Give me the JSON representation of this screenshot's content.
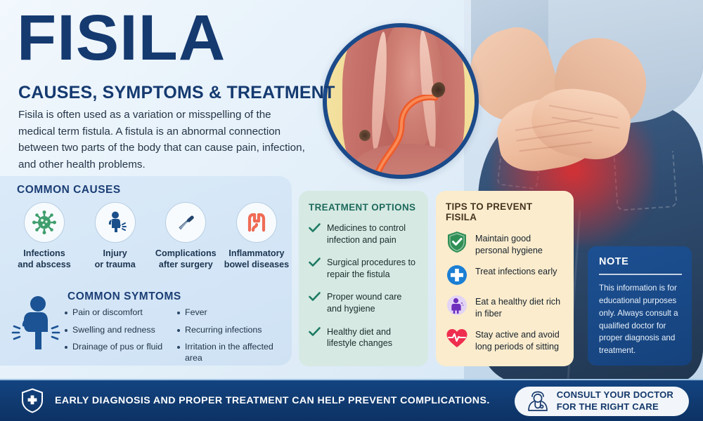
{
  "header": {
    "title": "FISILA",
    "subtitle": "CAUSES, SYMPTOMS & TREATMENT",
    "intro": "Fisila is often used as a variation or misspelling of the medical term fistula. A fistula is an abnormal connection between two parts of the body that can cause pain, infection, and other health problems."
  },
  "causes": {
    "heading": "COMMON CAUSES",
    "items": [
      {
        "icon": "virus-icon",
        "label": "Infections\nand abscess",
        "line1": "Infections",
        "line2": "and abscess",
        "color": "#3f9e6d"
      },
      {
        "icon": "injured-person-icon",
        "label": "Injury\nor trauma",
        "line1": "Injury",
        "line2": "or trauma",
        "color": "#1a4f8a"
      },
      {
        "icon": "scalpel-icon",
        "label": "Complications\nafter surgery",
        "line1": "Complications",
        "line2": "after surgery",
        "color": "#1b3a63"
      },
      {
        "icon": "intestine-icon",
        "label": "Inflammatory\nbowel diseases",
        "line1": "Inflammatory",
        "line2": "bowel diseases",
        "color": "#ef6b55"
      }
    ]
  },
  "symptoms": {
    "heading": "COMMON SYMTOMS",
    "icon": "back-pain-person-icon",
    "column_left": [
      "Pain or discomfort",
      "Swelling and redness",
      "Drainage of pus or fluid"
    ],
    "column_right": [
      "Fever",
      "Recurring infections",
      "Irritation in the affected area"
    ]
  },
  "treatment": {
    "heading": "TREATMENT OPTIONS",
    "bg": "#d6e9e3",
    "accent": "#1d6a5b",
    "items": [
      "Medicines to control infection and pain",
      "Surgical procedures to repair the fistula",
      "Proper wound care and hygiene",
      "Healthy diet and lifestyle changes"
    ]
  },
  "tips": {
    "heading": "TIPS TO PREVENT FISILA",
    "bg": "#fbeccd",
    "items": [
      {
        "icon": "shield-check-icon",
        "text": "Maintain good personal hygiene",
        "color": "#2f8f55"
      },
      {
        "icon": "medical-cross-circle-icon",
        "text": "Treat infections early",
        "color": "#1b7fd4"
      },
      {
        "icon": "person-diet-icon",
        "text": "Eat a healthy diet rich in fiber",
        "color": "#7a3fc4"
      },
      {
        "icon": "heart-pulse-icon",
        "text": "Stay active and avoid long periods of sitting",
        "color": "#ef2d4e"
      }
    ]
  },
  "note": {
    "heading": "NOTE",
    "body": "This information is for educational purposes only. Always consult a qualified doctor for proper diagnosis and treatment.",
    "bg": "#15427c"
  },
  "footer": {
    "icon": "shield-medical-icon",
    "message": "EARLY DIAGNOSIS AND PROPER TREATMENT CAN HELP PREVENT COMPLICATIONS.",
    "cta": {
      "icon": "doctor-icon",
      "line1": "CONSULT YOUR DOCTOR",
      "line2": "FOR THE RIGHT CARE"
    }
  },
  "illustration": {
    "name": "anal-fistula-cross-section-illustration",
    "ring_color": "#1b4a8a"
  },
  "photo": {
    "name": "person-holding-lower-back-pain-photo"
  },
  "brand": {
    "navy": "#153a70",
    "footer_blue": "#103a70"
  }
}
